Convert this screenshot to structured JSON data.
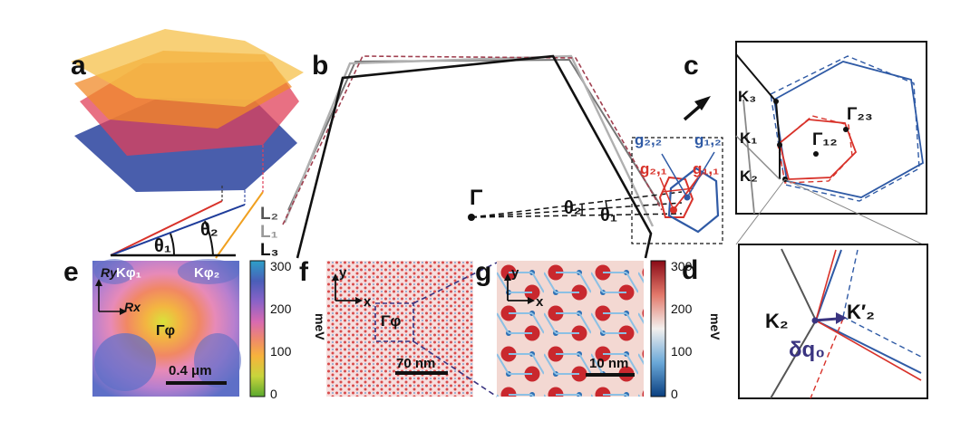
{
  "panels": {
    "a": "a",
    "b": "b",
    "c": "c",
    "d": "d",
    "e": "e",
    "f": "f",
    "g": "g"
  },
  "panel_a": {
    "theta1": "θ₁",
    "theta2": "θ₂"
  },
  "panel_b": {
    "gamma": "Γ",
    "theta1": "θ₁",
    "theta2": "θ₂",
    "layer1": "L₁",
    "layer2": "L₂",
    "layer3": "L₃",
    "g11": "g₁,₁",
    "g21": "g₂,₁",
    "g12": "g₁,₂",
    "g22": "g₂,₂"
  },
  "panel_c": {
    "k1": "K₁",
    "k2": "K₂",
    "k3": "K₃",
    "gamma12": "Γ₁₂",
    "gamma23": "Γ₂₃"
  },
  "panel_d": {
    "k2": "K₂",
    "k2p": "K′₂",
    "dq": "δq₀"
  },
  "panel_e": {
    "ry": "Ry",
    "rx": "Rx",
    "kphi1": "Kφ₁",
    "kphi2": "Kφ₂",
    "gphi": "Γφ",
    "scale": "0.4 μm",
    "colorbar": {
      "ticks": [
        "300",
        "200",
        "100",
        "0"
      ],
      "unit": "meV"
    }
  },
  "panel_f": {
    "y": "y",
    "x": "x",
    "gphi": "Γφ",
    "scale": "70 nm"
  },
  "panel_g": {
    "y": "y",
    "x": "x",
    "scale": "10 nm",
    "colorbar": {
      "ticks": [
        "300",
        "200",
        "100",
        "0"
      ],
      "unit": "meV"
    }
  },
  "colors": {
    "layer_yellow": "#f5c04a",
    "layer_orange": "#f08a28",
    "layer_red": "#e0405a",
    "layer_blue": "#3f55a8",
    "red": "#d8322a",
    "blue": "#2f5aa5",
    "gray": "#9a9a9a",
    "navy": "#3a3480"
  }
}
